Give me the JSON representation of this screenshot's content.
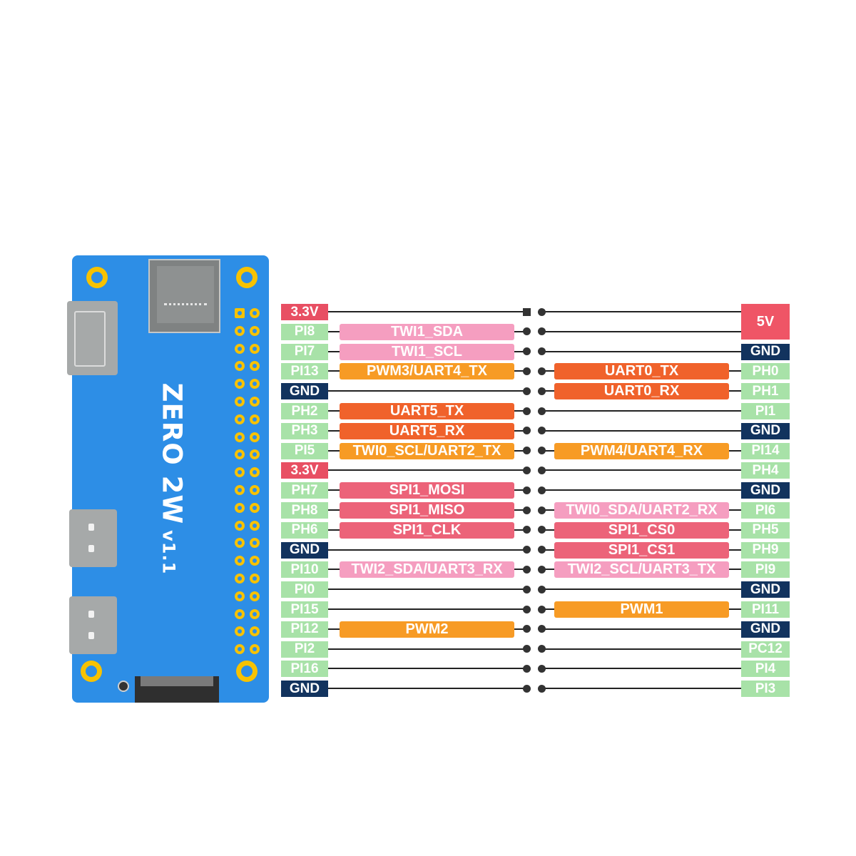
{
  "board": {
    "model": "ZERO 2W",
    "version": "v1.1"
  },
  "left_pins": [
    "3.3V",
    "PI8",
    "PI7",
    "PI13",
    "GND",
    "PH2",
    "PH3",
    "PI5",
    "3.3V",
    "PH7",
    "PH8",
    "PH6",
    "GND",
    "PI10",
    "PI0",
    "PI15",
    "PI12",
    "PI2",
    "PI16",
    "GND"
  ],
  "right_pins": [
    "5V",
    "GND",
    "PH0",
    "PH1",
    "PI1",
    "GND",
    "PI14",
    "PH4",
    "GND",
    "PI6",
    "PH5",
    "PH9",
    "PI9",
    "GND",
    "PI11",
    "GND",
    "PC12",
    "PI4",
    "PI3"
  ],
  "left_functions": [
    "",
    "TWI1_SDA",
    "TWI1_SCL",
    "PWM3/UART4_TX",
    "",
    "UART5_TX",
    "UART5_RX",
    "TWI0_SCL/UART2_TX",
    "",
    "SPI1_MOSI",
    "SPI1_MISO",
    "SPI1_CLK",
    "",
    "TWI2_SDA/UART3_RX",
    "",
    "",
    "PWM2",
    "",
    "",
    ""
  ],
  "right_functions": [
    "",
    "",
    "UART0_TX",
    "UART0_RX",
    "",
    "",
    "PWM4/UART4_RX",
    "",
    "",
    "TWI0_SDA/UART2_RX",
    "SPI1_CS0",
    "SPI1_CS1",
    "TWI2_SCL/UART3_TX",
    "",
    "PWM1",
    "",
    "",
    "",
    ""
  ],
  "colors": {
    "board_blue": "#2d8ee6",
    "gpio_green": "#a8e2a8",
    "gnd_navy": "#12335e",
    "power_red": "#e84f63",
    "twi_pink": "#f59ec0",
    "uart_red": "#f0622b",
    "pwm_orange": "#f79b25",
    "spi_rose": "#ec6379"
  }
}
